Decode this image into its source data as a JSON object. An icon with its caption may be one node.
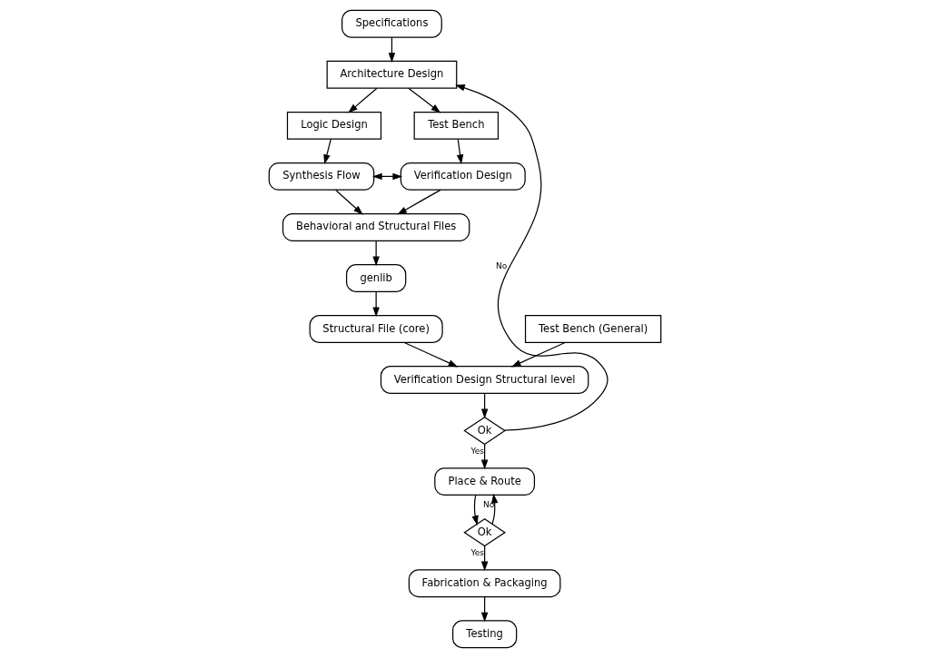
{
  "diagram": {
    "nodes": [
      {
        "text": [
          "Specifications"
        ]
      },
      {
        "text": [
          "Architecture Design"
        ]
      },
      {
        "text": [
          "Logic Design"
        ]
      },
      {
        "text": [
          "Test Bench"
        ]
      },
      {
        "text": [
          "Synthesis Flow"
        ]
      },
      {
        "text": [
          "Verification Design"
        ]
      },
      {
        "text": [
          "Behavioral and Structural Files"
        ]
      },
      {
        "text": [
          "genlib"
        ]
      },
      {
        "text": [
          "Structural File (core)"
        ]
      },
      {
        "text": [
          "Test Bench (General)"
        ]
      },
      {
        "text": [
          "Verification Design Structural level"
        ]
      },
      {
        "text": [
          "Ok"
        ]
      },
      {
        "text": [
          "Place & Route"
        ]
      },
      {
        "text": [
          "Ok"
        ]
      },
      {
        "text": [
          "Fabrication & Packaging"
        ]
      },
      {
        "text": [
          "Testing"
        ]
      }
    ],
    "edges": [
      {
        "from": 0,
        "to": 1,
        "arrow": "to"
      },
      {
        "from": 1,
        "to": 2,
        "arrow": "to"
      },
      {
        "from": 1,
        "to": 3,
        "arrow": "to"
      },
      {
        "from": 2,
        "to": 4,
        "arrow": "to"
      },
      {
        "from": 3,
        "to": 5,
        "arrow": "to"
      },
      {
        "from": 4,
        "to": 5,
        "arrow": "both"
      },
      {
        "from": 4,
        "to": 6,
        "arrow": "to"
      },
      {
        "from": 5,
        "to": 6,
        "arrow": "to"
      },
      {
        "from": 6,
        "to": 7,
        "arrow": "to"
      },
      {
        "from": 7,
        "to": 8,
        "arrow": "to"
      },
      {
        "from": 8,
        "to": 10,
        "arrow": "to"
      },
      {
        "from": 9,
        "to": 10,
        "arrow": "to"
      },
      {
        "from": 10,
        "to": 11,
        "arrow": "to"
      },
      {
        "from": 11,
        "to": 1,
        "arrow": "to",
        "label": "No"
      },
      {
        "from": 11,
        "to": 12,
        "arrow": "to",
        "label": "Yes"
      },
      {
        "from": 12,
        "to": 13,
        "arrow": "to"
      },
      {
        "from": 13,
        "to": 12,
        "arrow": "to",
        "label": "No"
      },
      {
        "from": 13,
        "to": 14,
        "arrow": "to",
        "label": "Yes"
      },
      {
        "from": 14,
        "to": 15,
        "arrow": "to"
      }
    ]
  }
}
